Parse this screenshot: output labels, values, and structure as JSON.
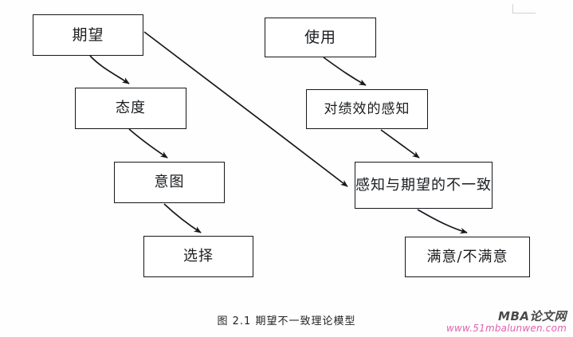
{
  "figure": {
    "caption": "图 2.1  期望不一致理论模型",
    "background_color": "#fefefe",
    "line_color": "#15171a"
  },
  "nodes": [
    {
      "id": "expectation",
      "label": "期望"
    },
    {
      "id": "usage",
      "label": "使用"
    },
    {
      "id": "attitude",
      "label": "态度"
    },
    {
      "id": "perceived",
      "label": "对绩效的感知"
    },
    {
      "id": "intention",
      "label": "意图"
    },
    {
      "id": "disconfirm",
      "label": "感知与期望的不一致"
    },
    {
      "id": "choice",
      "label": "选择"
    },
    {
      "id": "satisfaction",
      "label": "满意/不满意"
    }
  ],
  "edges": [
    {
      "from": "expectation",
      "to": "attitude"
    },
    {
      "from": "expectation",
      "to": "disconfirm"
    },
    {
      "from": "attitude",
      "to": "intention"
    },
    {
      "from": "intention",
      "to": "choice"
    },
    {
      "from": "usage",
      "to": "perceived"
    },
    {
      "from": "perceived",
      "to": "disconfirm"
    },
    {
      "from": "disconfirm",
      "to": "satisfaction"
    }
  ],
  "watermark": {
    "brand": "MBA论文网",
    "url": "www.51mbalunwen.com",
    "brand_color": "#4a4a4a",
    "url_color": "#e060b0"
  }
}
